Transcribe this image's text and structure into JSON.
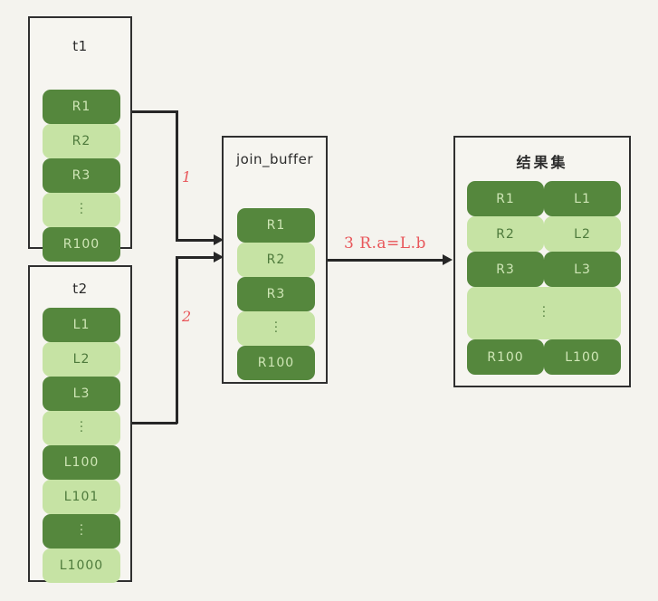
{
  "diagram": {
    "background_color": "#f4f3ee",
    "dark_cell_color": "#55873d",
    "light_cell_color": "#c6e3a4",
    "line_color": "#262626",
    "accent_color": "#e8565a",
    "ellipsis": "⋮"
  },
  "panels": {
    "t1": {
      "title": "t1",
      "rows": [
        {
          "label": "R1",
          "shade": "dark"
        },
        {
          "label": "R2",
          "shade": "light"
        },
        {
          "label": "R3",
          "shade": "dark"
        },
        {
          "label": "",
          "shade": "light",
          "ellipsis": true
        },
        {
          "label": "R100",
          "shade": "dark"
        }
      ]
    },
    "t2": {
      "title": "t2",
      "rows": [
        {
          "label": "L1",
          "shade": "dark"
        },
        {
          "label": "L2",
          "shade": "light"
        },
        {
          "label": "L3",
          "shade": "dark"
        },
        {
          "label": "",
          "shade": "light",
          "ellipsis": true
        },
        {
          "label": "L100",
          "shade": "dark"
        },
        {
          "label": "L101",
          "shade": "light"
        },
        {
          "label": "",
          "shade": "dark",
          "ellipsis": true
        },
        {
          "label": "L1000",
          "shade": "light"
        }
      ]
    },
    "join_buffer": {
      "title": "join_buffer",
      "rows": [
        {
          "label": "R1",
          "shade": "dark"
        },
        {
          "label": "R2",
          "shade": "light"
        },
        {
          "label": "R3",
          "shade": "dark"
        },
        {
          "label": "",
          "shade": "light",
          "ellipsis": true
        },
        {
          "label": "R100",
          "shade": "dark"
        }
      ]
    },
    "result_set": {
      "title": "结果集",
      "rows": [
        {
          "left": "R1",
          "right": "L1",
          "shade": "dark"
        },
        {
          "left": "R2",
          "right": "L2",
          "shade": "light"
        },
        {
          "left": "R3",
          "right": "L3",
          "shade": "dark"
        },
        {
          "left": "",
          "right": "",
          "shade": "light",
          "ellipsis": true,
          "span": true
        },
        {
          "left": "R100",
          "right": "L100",
          "shade": "dark"
        }
      ]
    }
  },
  "flows": {
    "step1": "1",
    "step2": "2",
    "step3": "3  R.a=L.b"
  }
}
